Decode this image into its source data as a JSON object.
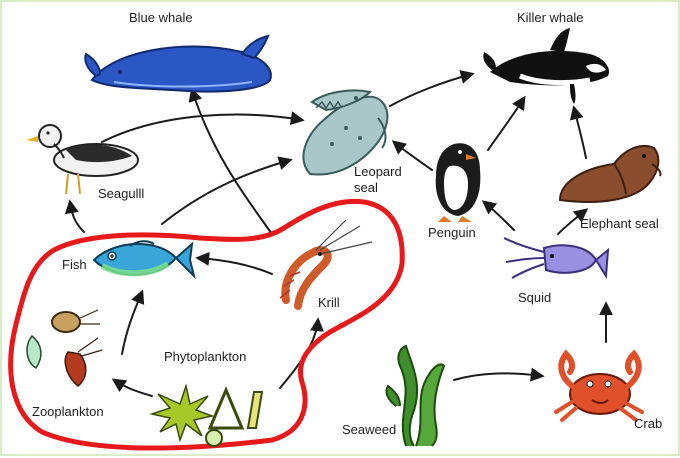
{
  "labels": {
    "blue_whale": "Blue whale",
    "killer_whale": "Killer whale",
    "seagull": "Seagulll",
    "leopard_seal_line1": "Leopard",
    "leopard_seal_line2": "seal",
    "penguin": "Penguin",
    "elephant_seal": "Elephant seal",
    "fish": "Fish",
    "krill": "Krill",
    "squid": "Squid",
    "phytoplankton": "Phytoplankton",
    "zooplankton": "Zooplankton",
    "seaweed": "Seaweed",
    "crab": "Crab"
  },
  "colors": {
    "highlight_outline": "#e8191b",
    "arrow": "#1a1a1a",
    "blue_whale": "#2a57c4",
    "killer_whale": "#111111",
    "seal": "#a9c7c9",
    "elephant_seal": "#8a4d2e",
    "fish": "#38a6d8",
    "krill": "#cf5a2a",
    "squid": "#9a8fe0",
    "crab": "#e0502a",
    "seaweed": "#3f8f2c",
    "phytoplankton": "#a8c82a"
  }
}
